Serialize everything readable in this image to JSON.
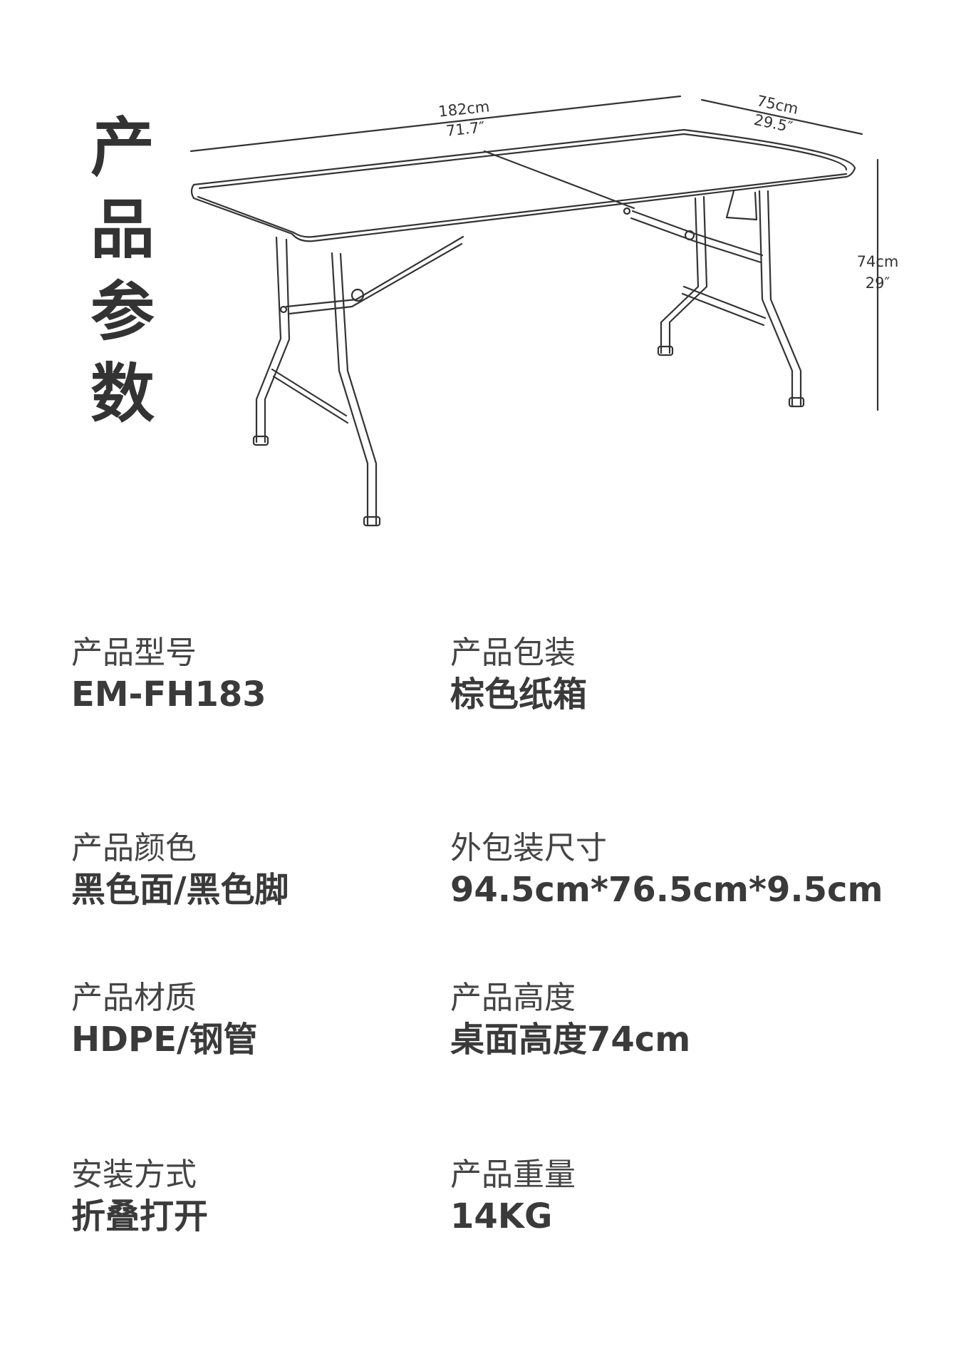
{
  "title_chars": [
    "产",
    "品",
    "参",
    "数"
  ],
  "dimensions": {
    "length_cm": "182cm",
    "length_in": "71.7″",
    "width_cm": "75cm",
    "width_in": "29.5″",
    "height_cm": "74cm",
    "height_in": "29″"
  },
  "specs": [
    {
      "label": "产品型号",
      "value": "EM-FH183"
    },
    {
      "label": "产品包装",
      "value": "棕色纸箱"
    },
    {
      "label": "产品颜色",
      "value": "黑色面/黑色脚"
    },
    {
      "label": "外包装尺寸",
      "value": "94.5cm*76.5cm*9.5cm"
    },
    {
      "label": "产品材质",
      "value": "HDPE/钢管"
    },
    {
      "label": "产品高度",
      "value": "桌面高度74cm"
    },
    {
      "label": "安装方式",
      "value": "折叠打开"
    },
    {
      "label": "产品重量",
      "value": "14KG"
    }
  ]
}
